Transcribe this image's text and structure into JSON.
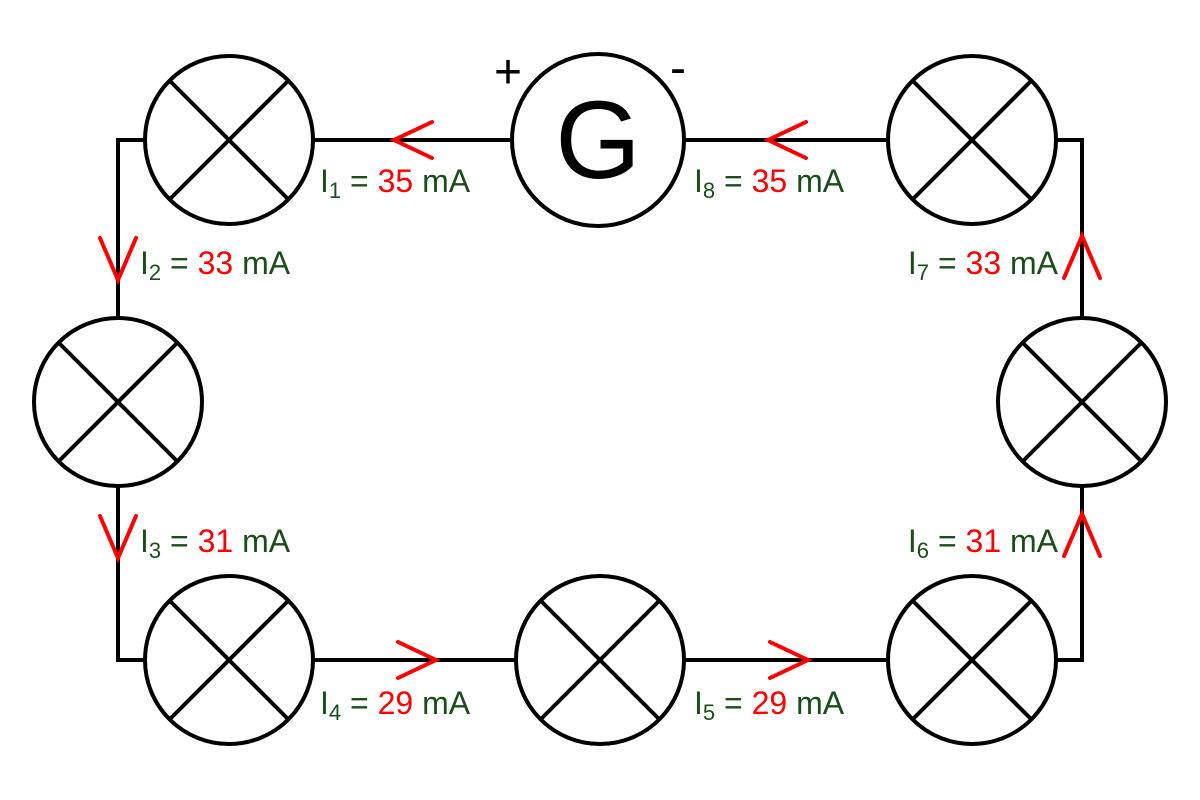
{
  "generator": {
    "letter": "G",
    "plus": "+",
    "minus": "-"
  },
  "lamp_count": 7,
  "colors": {
    "wire": "#000000",
    "arrow": "#ff0000",
    "label": "#1a4d1a",
    "value": "#ff0000"
  },
  "currents": [
    {
      "symbol": "I",
      "index": "1",
      "eq": " = ",
      "value": "35",
      "unit": " mA",
      "direction": "left"
    },
    {
      "symbol": "I",
      "index": "2",
      "eq": " = ",
      "value": "33",
      "unit": " mA",
      "direction": "down"
    },
    {
      "symbol": "I",
      "index": "3",
      "eq": " = ",
      "value": "31",
      "unit": " mA",
      "direction": "down"
    },
    {
      "symbol": "I",
      "index": "4",
      "eq": " = ",
      "value": "29",
      "unit": " mA",
      "direction": "right"
    },
    {
      "symbol": "I",
      "index": "5",
      "eq": " = ",
      "value": "29",
      "unit": " mA",
      "direction": "right"
    },
    {
      "symbol": "I",
      "index": "6",
      "eq": " = ",
      "value": "31",
      "unit": " mA",
      "direction": "up"
    },
    {
      "symbol": "I",
      "index": "7",
      "eq": " = ",
      "value": "33",
      "unit": " mA",
      "direction": "up"
    },
    {
      "symbol": "I",
      "index": "8",
      "eq": " = ",
      "value": "35",
      "unit": " mA",
      "direction": "left"
    }
  ]
}
